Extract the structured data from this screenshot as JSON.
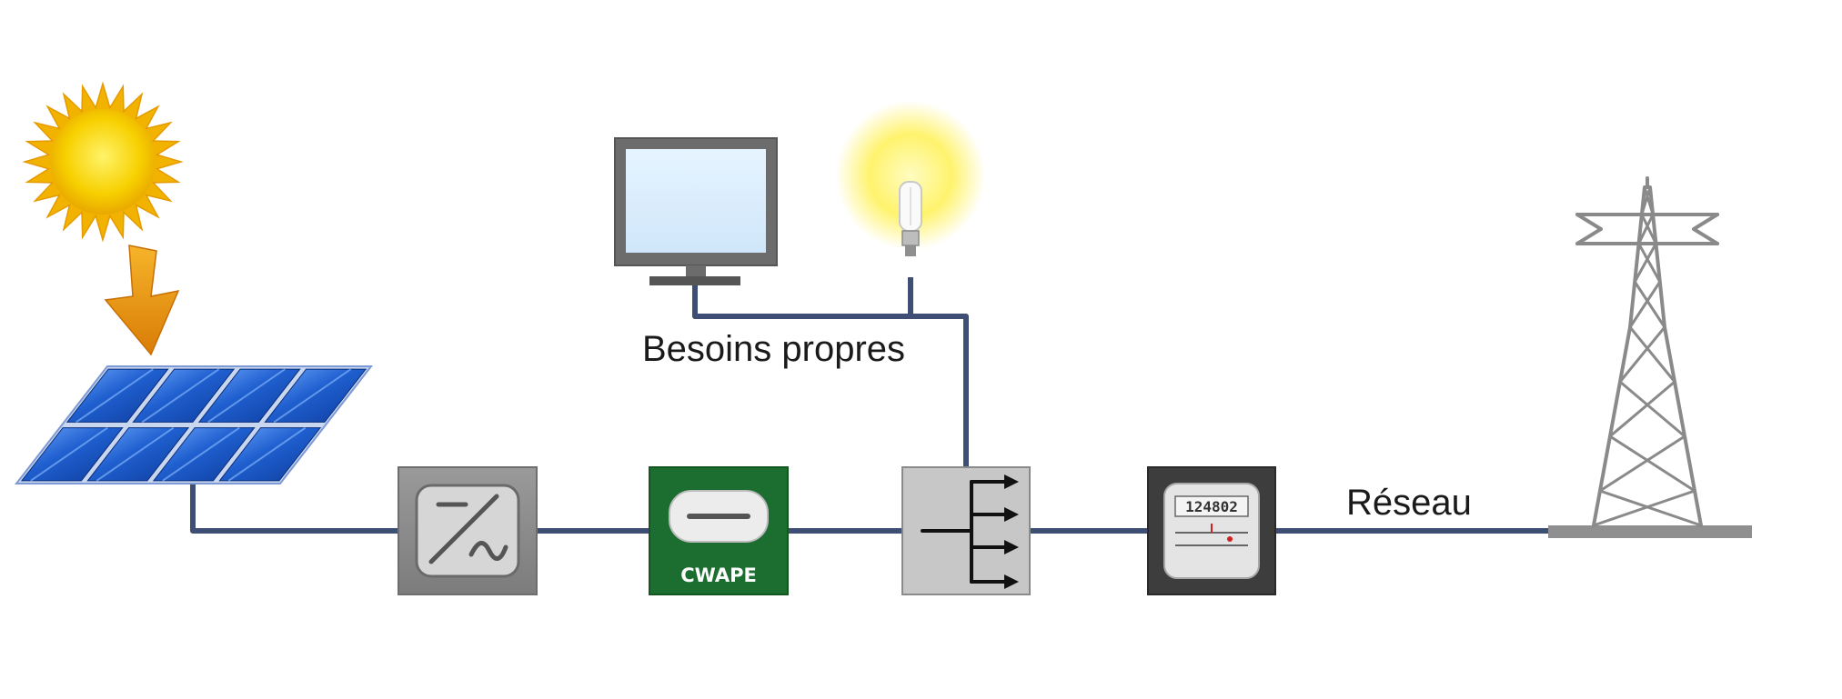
{
  "labels": {
    "own_needs": "Besoins propres",
    "grid": "Réseau",
    "certificate_meter": "CWAPE",
    "meter_reading": "124802"
  },
  "icons": {
    "sun": "sun-icon",
    "arrow": "arrow-down-icon",
    "panel": "solar-panel-icon",
    "inverter": "inverter-icon",
    "cwape": "green-certificate-meter-icon",
    "distribution": "distribution-board-icon",
    "meter": "electricity-meter-icon",
    "monitor": "monitor-icon",
    "bulb": "light-bulb-icon",
    "pylon": "power-pylon-icon"
  },
  "colors": {
    "wire": "#3f4e74",
    "sun": "#f5c400",
    "arrow": "#e8920c",
    "panel": "#1e5fc7",
    "cwape": "#1b6e2f",
    "meter_box": "#3d3d3d",
    "grey_box": "#8c8c8c",
    "pylon": "#8a8a8a"
  }
}
